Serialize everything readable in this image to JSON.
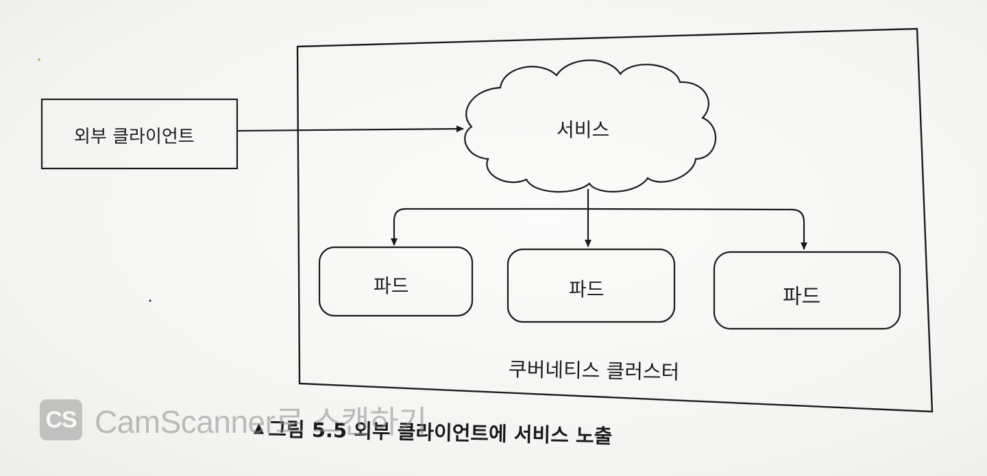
{
  "external_client": {
    "label": "외부 클라이언트"
  },
  "cluster": {
    "label": "쿠버네티스 클러스터"
  },
  "service": {
    "label": "서비스"
  },
  "pods": [
    {
      "label": "파드"
    },
    {
      "label": "파드"
    },
    {
      "label": "파드"
    }
  ],
  "caption": {
    "text": "그림 5.5 외부 클라이언트에 서비스 노출"
  },
  "watermark": {
    "logo": "CS",
    "text": "CamScanner로 스캔하기"
  },
  "colors": {
    "ink": "#1a1a1a",
    "paper": "#f7f7f5",
    "watermark": "#8d8d8d"
  }
}
